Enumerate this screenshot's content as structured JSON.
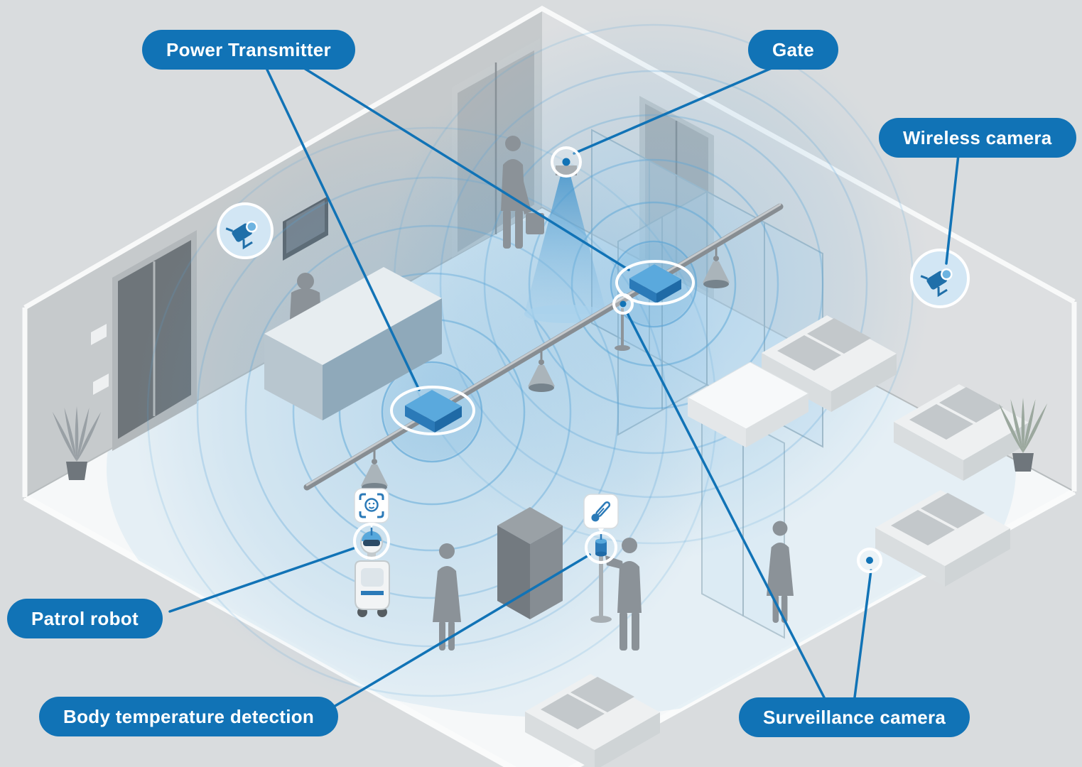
{
  "labels": {
    "power_transmitter": "Power Transmitter",
    "gate": "Gate",
    "wireless_camera": "Wireless camera",
    "patrol_robot": "Patrol robot",
    "body_temperature_detection": "Body temperature detection",
    "surveillance_camera": "Surveillance camera"
  },
  "colors": {
    "background": "#d9dcde",
    "label_background": "#1173b6",
    "label_text": "#ffffff",
    "leader_line": "#1173b6",
    "wave": "#5aa5d6",
    "device_accent": "#2b7ab8"
  },
  "icons": {
    "face_detection": "face-detection-icon",
    "thermometer": "thermometer-icon",
    "wireless_camera": "wireless-camera-icon",
    "gate_sensor": "gate-sensor-dot",
    "surveillance_camera": "surveillance-camera-dot"
  }
}
